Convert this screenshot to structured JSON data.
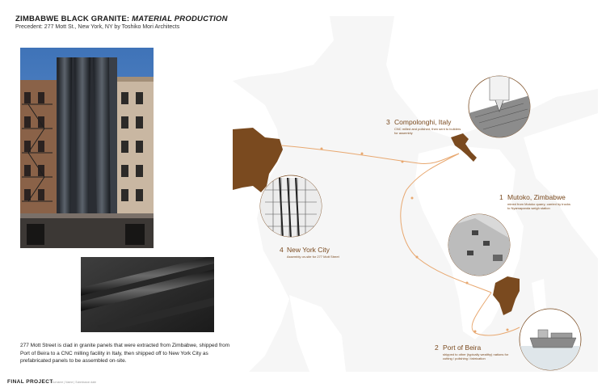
{
  "header": {
    "title_main": "ZIMBABWE BLACK GRANITE: ",
    "title_italic": "MATERIAL PRODUCTION",
    "subtitle": "Precedent: 277 Mott St., New York, NY by Toshiko Mori Architects"
  },
  "description": "277 Mott Street is clad in granite panels that were extracted from Zimbabwe, shipped from Port of Beira to a CNC milling facility in Italy, then shipped off to New York City as prefabricated panels to be assembled on-site.",
  "footer": {
    "label": "FINAL PROJECT",
    "sub": "Surname | Name | Submission date"
  },
  "map": {
    "colors": {
      "land": "#ffffff",
      "water": "#f6f6f6",
      "accent": "#7a4a1f",
      "route": "#e8a870"
    },
    "locations": [
      {
        "num": "1",
        "name": "Mutoko, Zimbabwe",
        "desc_lines": [
          "mined from Mutoko quarry, carried by trucks",
          "to Nyamapanda weigh station"
        ]
      },
      {
        "num": "2",
        "name": "Port of Beira",
        "desc_lines": [
          "shipped to other (typically wealthy) nations for",
          "cutting / polishing / fabrication"
        ]
      },
      {
        "num": "3",
        "name": "Compolonghi, Italy",
        "desc_lines": [
          "CNC milled and polished, then sent to builders",
          "for assembly"
        ]
      },
      {
        "num": "4",
        "name": "New York City",
        "desc_lines": [
          "Assembly on-site for 277 Mott Street"
        ]
      }
    ]
  }
}
